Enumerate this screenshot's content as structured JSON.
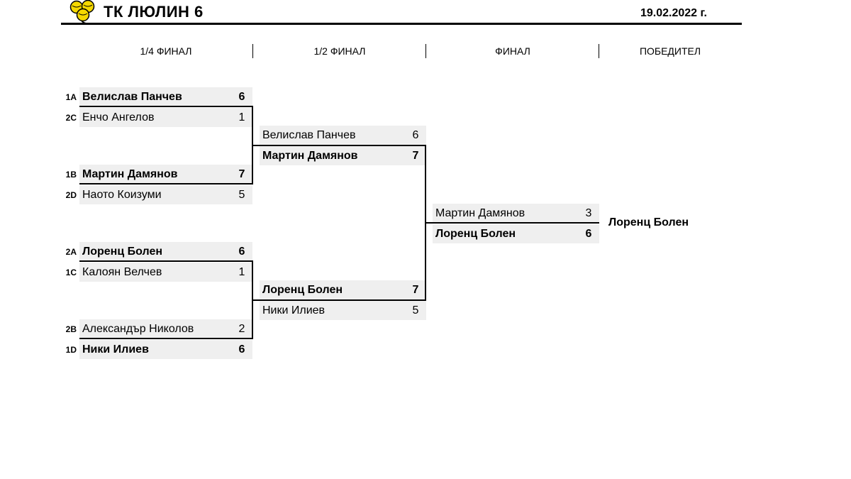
{
  "header": {
    "club_title": "ТК ЛЮЛИН 6",
    "date": "19.02.2022 г.",
    "logo_icon": "tennis-balls-logo-icon"
  },
  "rounds": [
    "1/4 ФИНАЛ",
    "1/2 ФИНАЛ",
    "ФИНАЛ",
    "ПОБЕДИТЕЛ"
  ],
  "quarterfinals": [
    {
      "top": {
        "seed": "1A",
        "name": "Велислав Панчев",
        "score": "6"
      },
      "bottom": {
        "seed": "2C",
        "name": "Енчо Ангелов",
        "score": "1"
      }
    },
    {
      "top": {
        "seed": "1B",
        "name": "Мартин Дамянов",
        "score": "7"
      },
      "bottom": {
        "seed": "2D",
        "name": "Наото Коизуми",
        "score": "5"
      }
    },
    {
      "top": {
        "seed": "2A",
        "name": "Лоренц Болен",
        "score": "6"
      },
      "bottom": {
        "seed": "1C",
        "name": "Калоян Велчев",
        "score": "1"
      }
    },
    {
      "top": {
        "seed": "2B",
        "name": "Александър Николов",
        "score": "2"
      },
      "bottom": {
        "seed": "1D",
        "name": "Ники Илиев",
        "score": "6"
      }
    }
  ],
  "semifinals": [
    {
      "top": {
        "name": "Велислав Панчев",
        "score": "6"
      },
      "bottom": {
        "name": "Мартин Дамянов",
        "score": "7"
      }
    },
    {
      "top": {
        "name": "Лоренц Болен",
        "score": "7"
      },
      "bottom": {
        "name": "Ники Илиев",
        "score": "5"
      }
    }
  ],
  "final": {
    "top": {
      "name": "Мартин Дамянов",
      "score": "3"
    },
    "bottom": {
      "name": "Лоренц Болен",
      "score": "6"
    }
  },
  "winner": "Лоренц Болен",
  "colors": {
    "slot_bg": "#efefef",
    "logo_yellow": "#f5d800",
    "line": "#000000"
  }
}
